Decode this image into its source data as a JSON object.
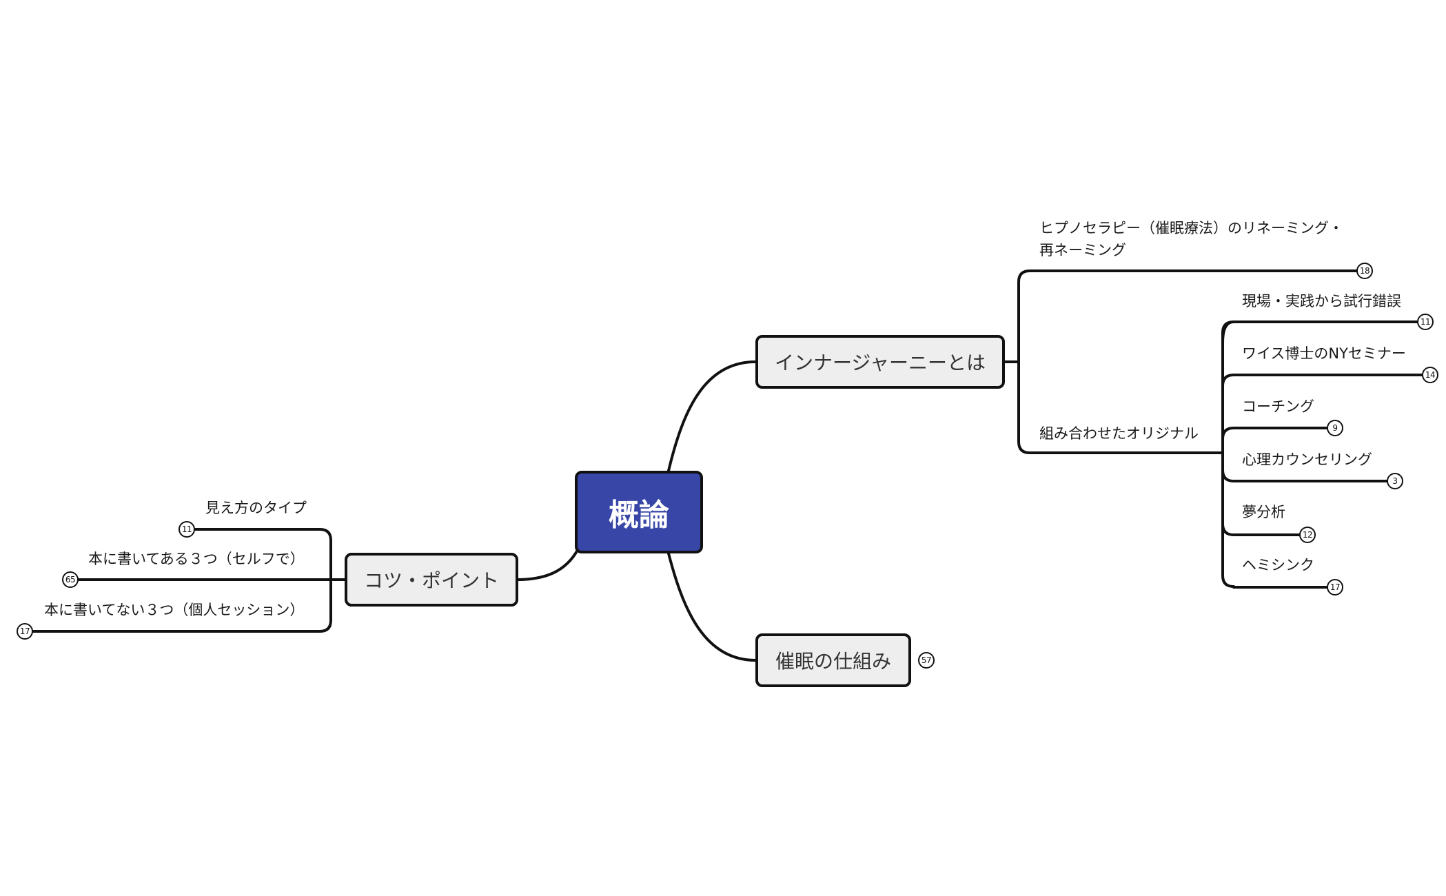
{
  "central": {
    "label": "概論"
  },
  "branches": {
    "inner_journey": {
      "label": "インナージャーニーとは",
      "hypno": {
        "line1": "ヒプノセラピー（催眠療法）のリネーミング・",
        "line2": "再ネーミング",
        "count": "18"
      },
      "original": {
        "label": "組み合わせたオリジナル",
        "children": [
          {
            "label": "現場・実践から試行錯誤",
            "count": "11"
          },
          {
            "label": "ワイス博士のNYセミナー",
            "count": "14"
          },
          {
            "label": "コーチング",
            "count": "9"
          },
          {
            "label": "心理カウンセリング",
            "count": "3"
          },
          {
            "label": "夢分析",
            "count": "12"
          },
          {
            "label": "ヘミシンク",
            "count": "17"
          }
        ]
      }
    },
    "hypnosis": {
      "label": "催眠の仕組み",
      "count": "57"
    },
    "tips": {
      "label": "コツ・ポイント",
      "children": [
        {
          "label": "見え方のタイプ",
          "count": "11"
        },
        {
          "label": "本に書いてある３つ（セルフで）",
          "count": "65"
        },
        {
          "label": "本に書いてない３つ（個人セッション）",
          "count": "17"
        }
      ]
    }
  }
}
